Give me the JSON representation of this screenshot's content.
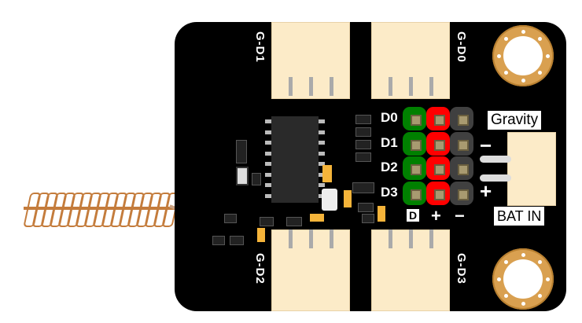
{
  "connectors": {
    "top_left": "G-D1",
    "top_right": "G-D0",
    "bottom_left": "G-D2",
    "bottom_right": "G-D3"
  },
  "header_rows": [
    "D0",
    "D1",
    "D2",
    "D3"
  ],
  "header_columns": {
    "signal": "D",
    "plus": "+",
    "minus": "−"
  },
  "power": {
    "brand": "Gravity",
    "label": "BAT IN",
    "minus": "−",
    "plus": "+"
  },
  "colors": {
    "board": "#000000",
    "signal": "#008000",
    "plus": "#ff0000",
    "minus": "#404040",
    "ring": "#d9a050",
    "connector": "#fcebc8"
  }
}
